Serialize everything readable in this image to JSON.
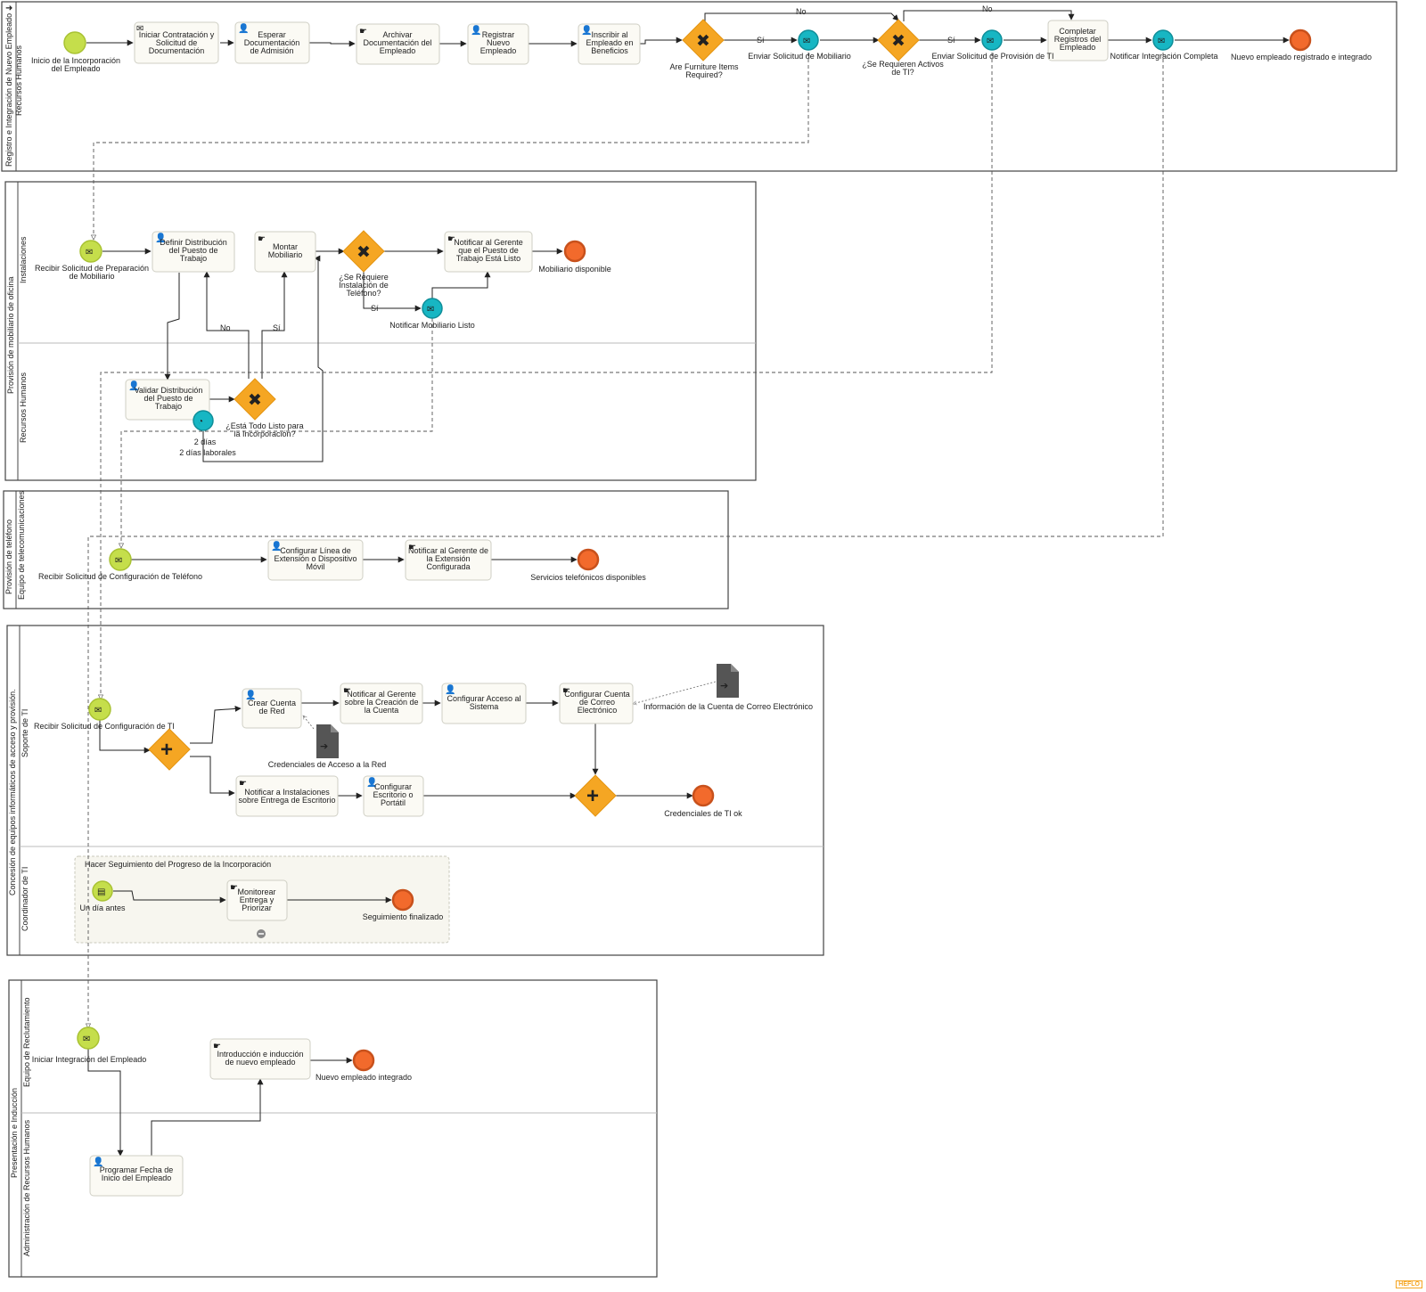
{
  "pools": [
    {
      "name": "Registro e Integración de Nuevo Empleado",
      "lanes": [
        "Recursos Humanos"
      ]
    },
    {
      "name": "Provisión de mobiliario de oficina",
      "lanes": [
        "Instalaciones",
        "Recursos Humanos"
      ]
    },
    {
      "name": "Provisión de teléfono",
      "lanes": [
        "Equipo de telecomunicaciones"
      ]
    },
    {
      "name": "Concesión de equipos informáticos de acceso y provisión.",
      "lanes": [
        "Soporte de TI",
        "Coordinador de TI"
      ]
    },
    {
      "name": "Presentación e Inducción",
      "lanes": [
        "Equipo de Reclutamiento",
        "Administración de Recursos Humanos"
      ]
    }
  ],
  "tasks": {
    "t1": {
      "label": "Iniciar Contratación y Solicitud de Documentación",
      "icon": "envelope-icon"
    },
    "t2": {
      "label": "Esperar Documentación de Admisión",
      "icon": "user-icon"
    },
    "t3": {
      "label": "Archivar Documentación del Empleado",
      "icon": "hand-icon"
    },
    "t4": {
      "label": "Registrar Nuevo Empleado",
      "icon": "user-icon"
    },
    "t5": {
      "label": "Inscribir al Empleado en Beneficios",
      "icon": "user-icon"
    },
    "t6": {
      "label": "Completar Registros del Empleado",
      "icon": ""
    },
    "t7": {
      "label": "Definir Distribución del Puesto de Trabajo",
      "icon": "user-icon"
    },
    "t8": {
      "label": "Montar Mobiliario",
      "icon": "hand-icon"
    },
    "t9": {
      "label": "Notificar al Gerente que el Puesto de Trabajo Está Listo",
      "icon": "hand-icon"
    },
    "t10": {
      "label": "Validar Distribución del Puesto de Trabajo",
      "icon": "user-icon"
    },
    "t11": {
      "label": "Configurar Línea de Extensión o Dispositivo Móvil",
      "icon": "user-icon"
    },
    "t12": {
      "label": "Notificar al Gerente de la Extensión Configurada",
      "icon": "hand-icon"
    },
    "t13": {
      "label": "Crear Cuenta de Red",
      "icon": "user-icon"
    },
    "t14": {
      "label": "Notificar al Gerente sobre la Creación de la Cuenta",
      "icon": "hand-icon"
    },
    "t15": {
      "label": "Configurar Acceso al Sistema",
      "icon": "user-icon"
    },
    "t16": {
      "label": "Configurar Cuenta de Correo Electrónico",
      "icon": "hand-icon"
    },
    "t17": {
      "label": "Notificar a Instalaciones sobre Entrega de Escritorio",
      "icon": "hand-icon"
    },
    "t18": {
      "label": "Configurar Escritorio o Portátil",
      "icon": "user-icon"
    },
    "t19": {
      "label": "Monitorear Entrega y Priorizar",
      "icon": "hand-icon"
    },
    "t20": {
      "label": "Introducción e inducción de nuevo empleado",
      "icon": "hand-icon"
    },
    "t21": {
      "label": "Programar Fecha de Inicio del Empleado",
      "icon": "user-icon"
    }
  },
  "events": {
    "e1": "Inicio de la Incorporación del Empleado",
    "e2": "Enviar Solicitud de Mobiliario",
    "e3": "Enviar Solicitud de Provisión de TI",
    "e4": "Notificar Integración Completa",
    "e5": "Nuevo empleado registrado e integrado",
    "e6": "Recibir Solicitud de Preparación de Mobiliario",
    "e7": "Mobiliario disponible",
    "e8": "Notificar Mobiliario Listo",
    "e9": "Recibir Solicitud de Configuración de Teléfono",
    "e10": "Servicios telefónicos disponibles",
    "e11": "Recibir Solicitud de Configuración de TI",
    "e12": "Credenciales de TI ok",
    "e13": "Un día antes",
    "e14": "Seguimiento finalizado",
    "e15": "Iniciar Integración del Empleado",
    "e16": "Nuevo empleado integrado"
  },
  "gateways": {
    "g1": "Are Furniture Items Required?",
    "g2": "¿Se Requieren Activos de TI?",
    "g3": "¿Se Requiere Instalación de Teléfono?",
    "g4": "¿Está Todo Listo para la Incorporación?"
  },
  "timer": {
    "label1": "2 días",
    "label2": "2 días laborales"
  },
  "data_objects": {
    "d1": "Información de la Cuenta de Correo Electrónico",
    "d2": "Credenciales de Acceso a la Red"
  },
  "subprocess": {
    "title": "Hacer Seguimiento del Progreso de la Incorporación"
  },
  "flow_labels": {
    "si": "Sí",
    "no": "No"
  },
  "watermark": "HEFLO",
  "colors": {
    "start": "#c5de4b",
    "end": "#f26a2c",
    "intermediate": "#17b6c3",
    "gateway": "#f5a623",
    "task": "#fbfaf4"
  }
}
